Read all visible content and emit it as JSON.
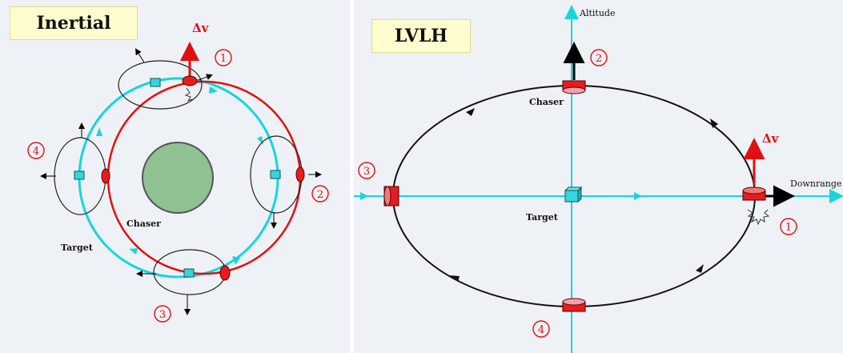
{
  "left": {
    "title": "Inertial",
    "delta_v": "Δv",
    "chaser_label": "Chaser",
    "target_label": "Target",
    "markers": [
      "1",
      "2",
      "3",
      "4"
    ]
  },
  "right": {
    "title": "LVLH",
    "delta_v": "Δv",
    "altitude_label": "Altitude",
    "downrange_label": "Downrange",
    "chaser_label": "Chaser",
    "target_label": "Target",
    "markers": [
      "1",
      "2",
      "3",
      "4"
    ]
  },
  "colors": {
    "panel_bg": "#eef1f6",
    "title_bg": "#fffccf",
    "cyan": "#16d6dc",
    "red": "#e01010",
    "earth": "#8fc193",
    "chaser_body": "#e81c1c",
    "cube": "#33d6e0"
  }
}
